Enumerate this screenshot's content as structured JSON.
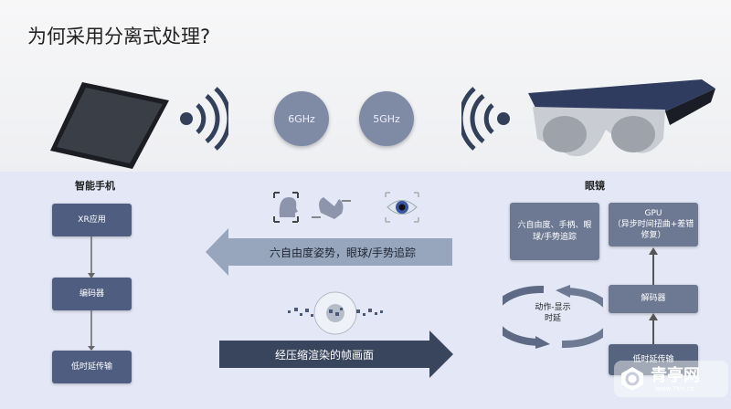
{
  "title": "为何采用分离式处理?",
  "wifi": {
    "left_band": "6GHz",
    "right_band": "5GHz"
  },
  "phone": {
    "label": "智能手机",
    "steps": [
      "XR应用",
      "编码器",
      "低时延传输"
    ]
  },
  "glasses": {
    "label": "眼镜",
    "tracking": "六自由度、手柄、眼球/手势追踪",
    "gpu": "GPU\n（异步时间扭曲+差错修复）",
    "decoder": "解码器",
    "transport": "低时延传输",
    "latency": "动作-显示\n时延"
  },
  "uplink": "六自由度姿势，眼球/手势追踪",
  "downlink": "经压缩渲染的帧画面",
  "icons": [
    "head-tracking-icon",
    "hand-tracking-icon",
    "eye-tracking-icon"
  ],
  "watermark": {
    "name": "青亭网",
    "url": "www.7tin.cn"
  },
  "colors": {
    "box": "#4f5e80",
    "uplink": "#97a6bd",
    "downlink": "#39455c",
    "bottom_bg": "#e4e8f6"
  }
}
